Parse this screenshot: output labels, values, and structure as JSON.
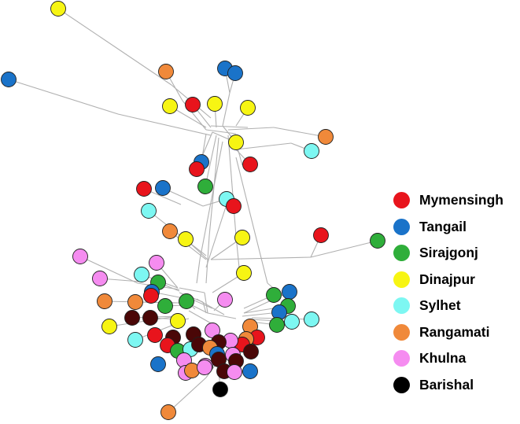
{
  "legend": {
    "items": [
      {
        "label": "Mymensingh",
        "color": "#e8141c"
      },
      {
        "label": "Tangail",
        "color": "#1a73c9"
      },
      {
        "label": "Sirajgonj",
        "color": "#2fae3a"
      },
      {
        "label": "Dinajpur",
        "color": "#f7f513"
      },
      {
        "label": "Sylhet",
        "color": "#7df7f2"
      },
      {
        "label": "Rangamati",
        "color": "#f0893a"
      },
      {
        "label": "Khulna",
        "color": "#f58cf0"
      },
      {
        "label": "Barishal",
        "color": "#000000"
      }
    ]
  },
  "node_extra_colors": {
    "dark_red": "#4a0707"
  }
}
